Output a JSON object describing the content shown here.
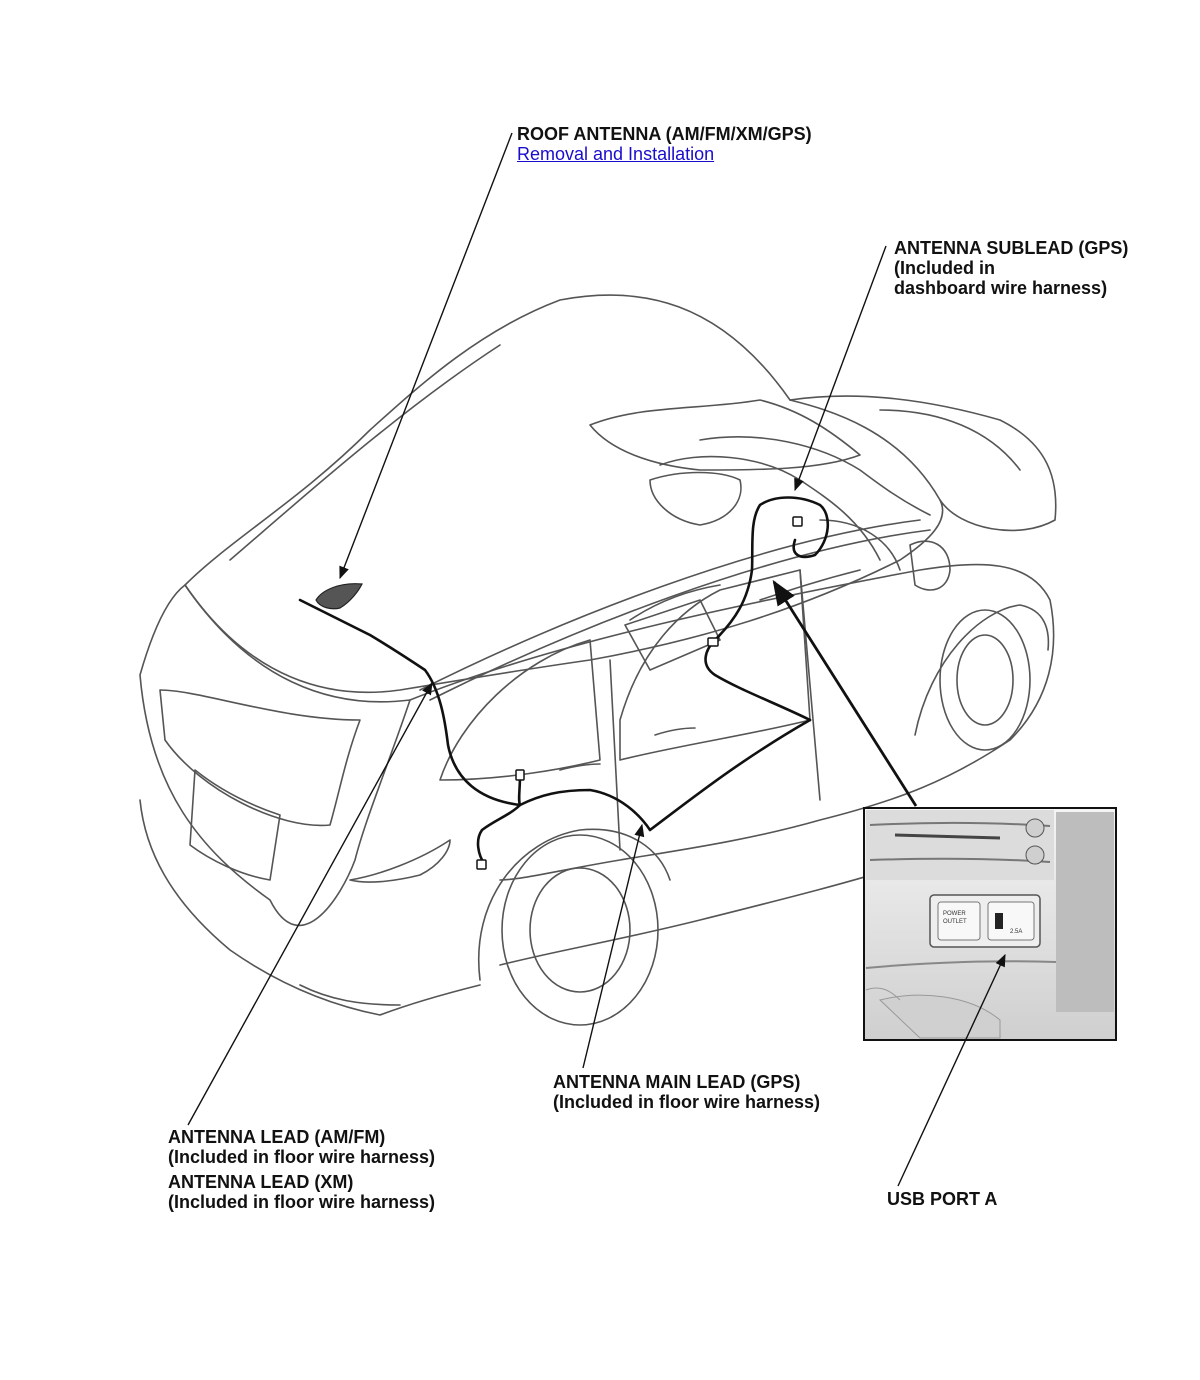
{
  "labels": {
    "roof_antenna": {
      "title": "ROOF ANTENNA (AM/FM/XM/GPS)",
      "link": "Removal and Installation"
    },
    "antenna_sublead": {
      "line1": "ANTENNA SUBLEAD (GPS)",
      "line2": "(Included in",
      "line3": "dashboard wire harness)"
    },
    "antenna_main_lead": {
      "line1": "ANTENNA MAIN LEAD (GPS)",
      "line2": "(Included in floor wire harness)"
    },
    "antenna_lead_amfm": {
      "line1": "ANTENNA LEAD (AM/FM)",
      "line2": "(Included in floor wire harness)"
    },
    "antenna_lead_xm": {
      "line1": "ANTENNA LEAD (XM)",
      "line2": "(Included in floor wire harness)"
    },
    "usb_port": {
      "title": "USB PORT A"
    }
  },
  "inset": {
    "panel_left_text_1": "POWER",
    "panel_left_text_2": "OUTLET",
    "usb_rating": "2.5A"
  },
  "colors": {
    "link": "#1a0dcc",
    "line": "#111111",
    "vehicle_outline": "#555555",
    "inset_background": "#e6e6e6"
  }
}
